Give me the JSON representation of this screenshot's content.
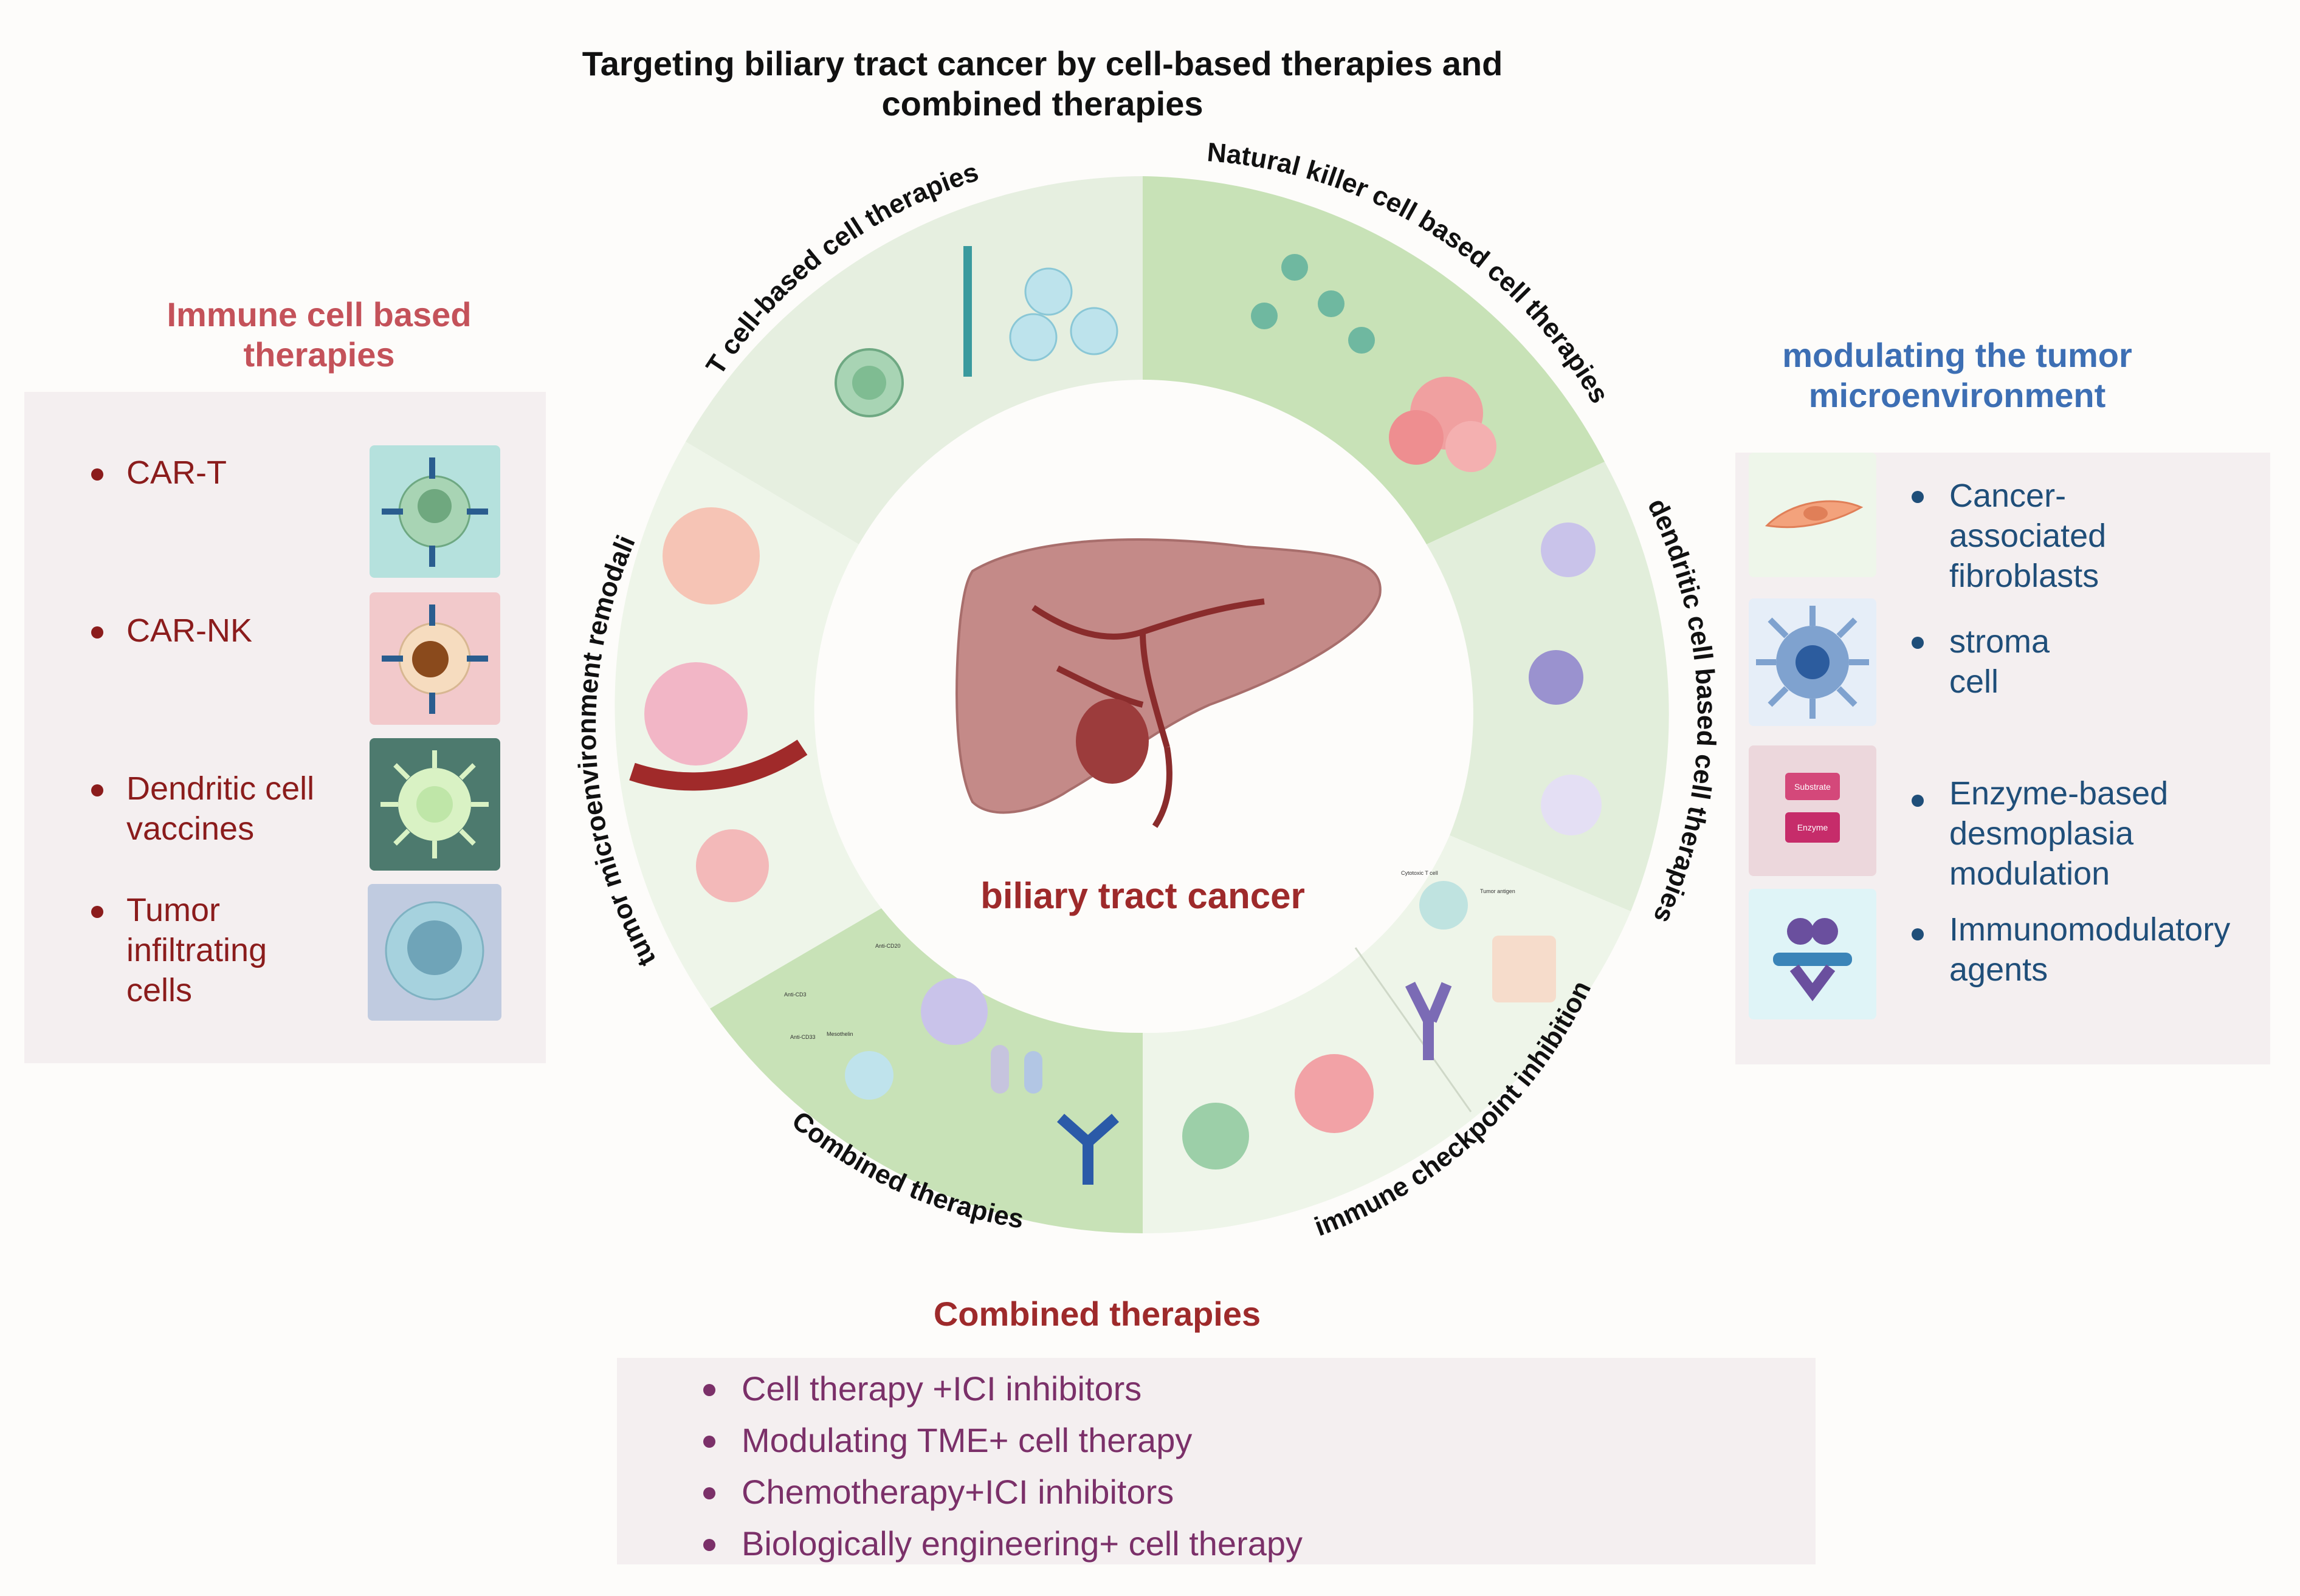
{
  "title": {
    "line1": "Targeting biliary tract cancer by cell-based therapies and",
    "line2": "combined therapies"
  },
  "center_label": "biliary tract cancer",
  "wheel_segments": [
    {
      "label": "T cell-based  cell therapies"
    },
    {
      "label": "Natural killer cell based cell therapies"
    },
    {
      "label": "dendritic cell based cell therapies"
    },
    {
      "label": "immune checkpoint inhibition"
    },
    {
      "label": "Combined therapies"
    },
    {
      "label": "tumor microenvironment remodaling"
    }
  ],
  "wheel_micro_labels": {
    "anti_cd3": "Anti-CD3",
    "anti_cd20": "Anti-CD20",
    "mesothelin": "Mesothelin",
    "anti_cd33": "Anti-CD33",
    "cytotoxic_t_cell": "Cytotoxic T cell",
    "tumor_antigen": "Tumor antigen"
  },
  "left_panel": {
    "heading_line1": "Immune cell based",
    "heading_line2": "therapies",
    "heading_color": "#c4525a",
    "text_color": "#8b1c1c",
    "items": [
      {
        "line1": "CAR-T",
        "line2": "",
        "line3": "",
        "icon": "car-t-cell-icon"
      },
      {
        "line1": "CAR-NK",
        "line2": "",
        "line3": "",
        "icon": "car-nk-cell-icon"
      },
      {
        "line1": "Dendritic cell",
        "line2": "vaccines",
        "line3": "",
        "icon": "dendritic-cell-icon"
      },
      {
        "line1": "Tumor",
        "line2": "infiltrating",
        "line3": "cells",
        "icon": "tumor-infiltrating-cell-icon"
      }
    ]
  },
  "right_panel": {
    "heading_line1": "modulating the tumor",
    "heading_line2": "microenvironment",
    "heading_color": "#3d6fb4",
    "text_color": "#1f4e79",
    "items": [
      {
        "line1": "Cancer-",
        "line2": "associated",
        "line3": "fibroblasts",
        "icon": "fibroblast-icon"
      },
      {
        "line1": "stroma",
        "line2": "cell",
        "line3": "",
        "icon": "stroma-cell-icon"
      },
      {
        "line1": "Enzyme-based",
        "line2": "desmoplasia",
        "line3": "modulation",
        "icon": "enzyme-substrate-icon",
        "icon_labels": {
          "substrate": "Substrate",
          "enzyme": "Enzyme"
        }
      },
      {
        "line1": "Immunomodulatory",
        "line2": "agents",
        "line3": "",
        "icon": "immunomodulatory-molecule-icon"
      }
    ]
  },
  "combined_panel": {
    "heading": "Combined therapies",
    "items": [
      "Cell therapy +ICI inhibitors",
      "Modulating TME+ cell therapy",
      "Chemotherapy+ICI inhibitors",
      "Biologically engineering+ cell therapy"
    ]
  },
  "colors": {
    "segment_light": "#e6efe0",
    "segment_mid": "#c8e2b7",
    "inner_circle": "#fdfcfa",
    "liver": "#c48a88",
    "gallbladder": "#9c3c3c",
    "panel_bg": "#f4eff0"
  }
}
